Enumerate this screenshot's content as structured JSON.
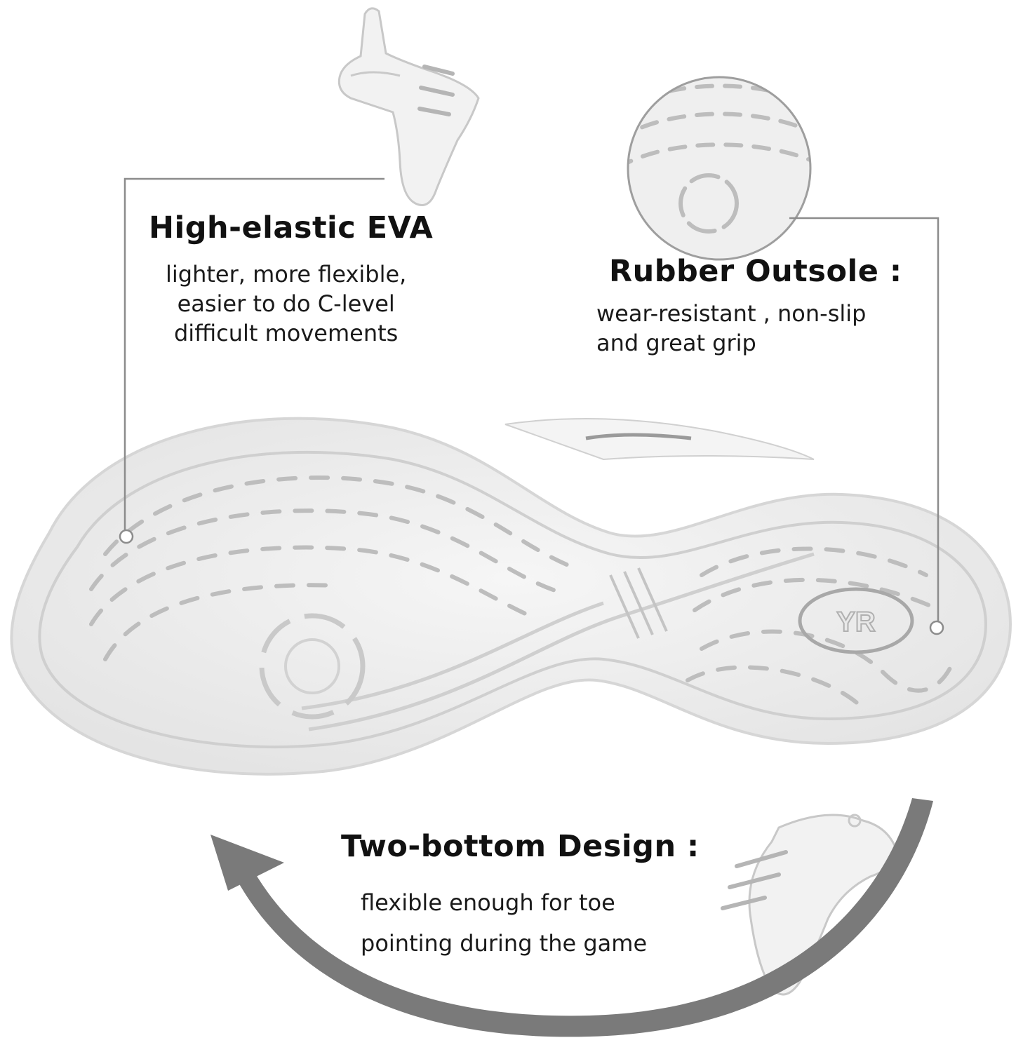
{
  "features": {
    "eva": {
      "title": "High-elastic EVA",
      "lines": [
        "lighter, more flexible,",
        "easier to do C-level",
        "difficult movements"
      ]
    },
    "rubber": {
      "title": "Rubber Outsole :",
      "lines": [
        "wear-resistant , non-slip",
        "and great grip"
      ]
    },
    "two_bottom": {
      "title": "Two-bottom Design :",
      "lines": [
        "flexible enough for toe",
        "pointing during the game"
      ]
    }
  },
  "sole": {
    "logo": "YR"
  },
  "colors": {
    "text": "#111111",
    "line": "#8c8c8c",
    "arrow": "#7a7a7a",
    "sole": "#ececec",
    "tread": "#bdbdbd"
  }
}
